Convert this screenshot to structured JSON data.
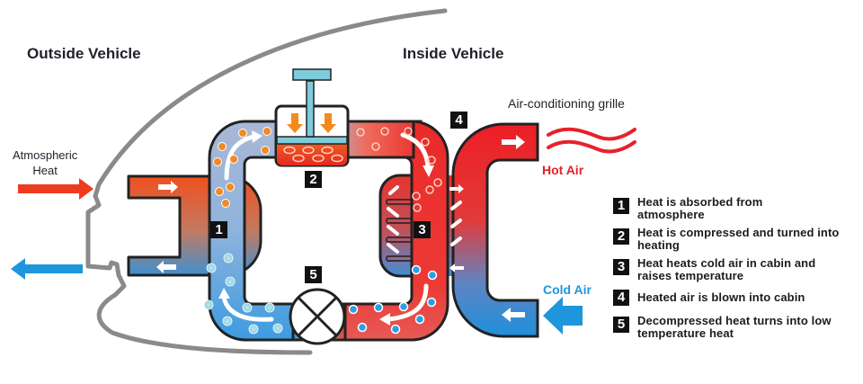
{
  "regions": {
    "outside": "Outside Vehicle",
    "inside": "Inside Vehicle"
  },
  "labels": {
    "atmospheric_heat": "Atmospheric\nHeat",
    "ac_grille": "Air-conditioning grille",
    "hot_air": "Hot Air",
    "cold_air": "Cold Air"
  },
  "badges": [
    "1",
    "2",
    "3",
    "4",
    "5"
  ],
  "legend": [
    {
      "num": "1",
      "text": "Heat is absorbed from atmosphere"
    },
    {
      "num": "2",
      "text": "Heat is compressed and turned into heating"
    },
    {
      "num": "3",
      "text": "Heat heats cold air in cabin and raises temperature"
    },
    {
      "num": "4",
      "text": "Heated air is blown into cabin"
    },
    {
      "num": "5",
      "text": "Decompressed heat turns into low temperature heat"
    }
  ],
  "colors": {
    "hot": "#e8202a",
    "warm_orange": "#f05a1e",
    "cold": "#1e96dc",
    "cool_grey_blue": "#9fb8d8",
    "outline": "#222222",
    "car_body": "#8a8a8e",
    "piston": "#7ecbdc",
    "particle_orange": "#f08a24"
  }
}
